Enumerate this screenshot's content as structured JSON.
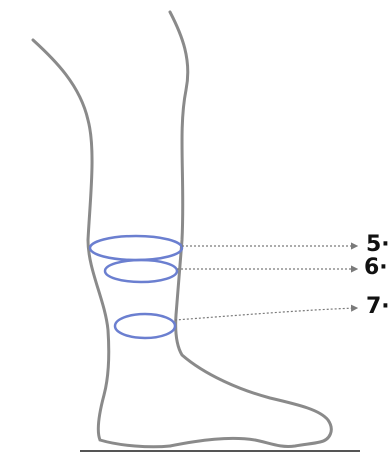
{
  "figure": {
    "labels": [
      "5·",
      "6·",
      "7·"
    ],
    "colors": {
      "outline": "#8a8a8a",
      "ring": "#6b7fd0",
      "leader": "#7a7a7a",
      "ground": "#555555",
      "text": "#111111"
    }
  }
}
